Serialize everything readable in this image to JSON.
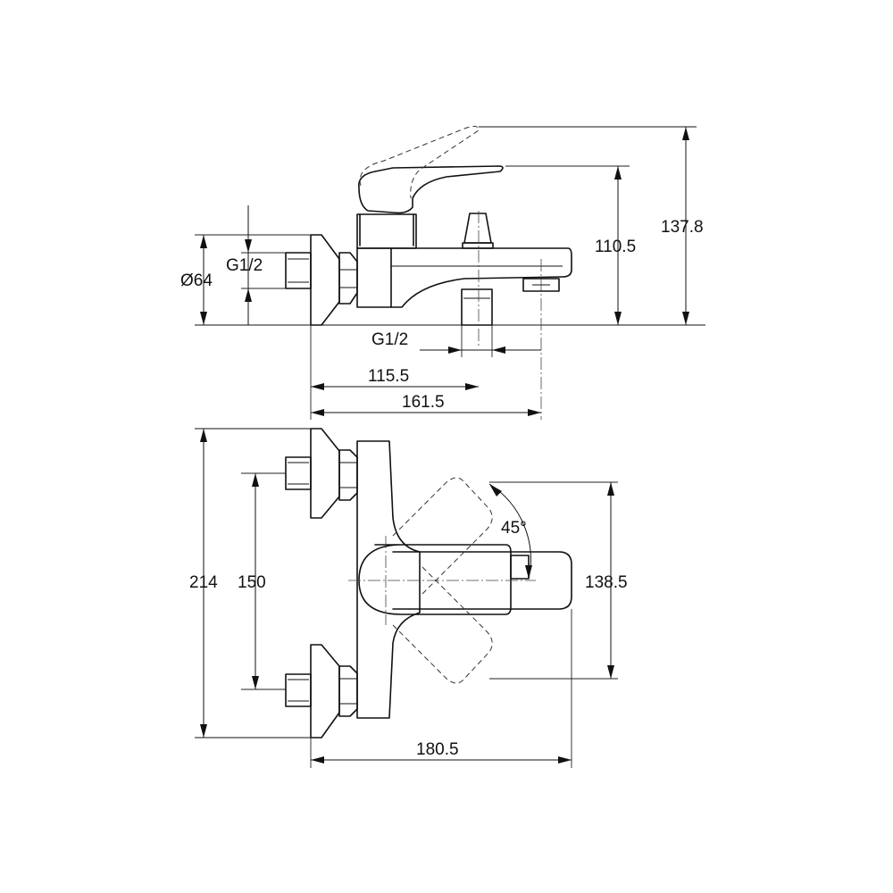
{
  "side_view": {
    "wall_diameter": "Ø64",
    "inlet_thread": "G1/2",
    "outlet_thread": "G1/2",
    "dim_115_5": "115.5",
    "dim_161_5": "161.5",
    "dim_110_5": "110.5",
    "dim_137_8": "137.8"
  },
  "top_view": {
    "height_total": "214",
    "inlet_spacing": "150",
    "handle_angle": "45°",
    "handle_span": "138.5",
    "depth_total": "180.5"
  }
}
